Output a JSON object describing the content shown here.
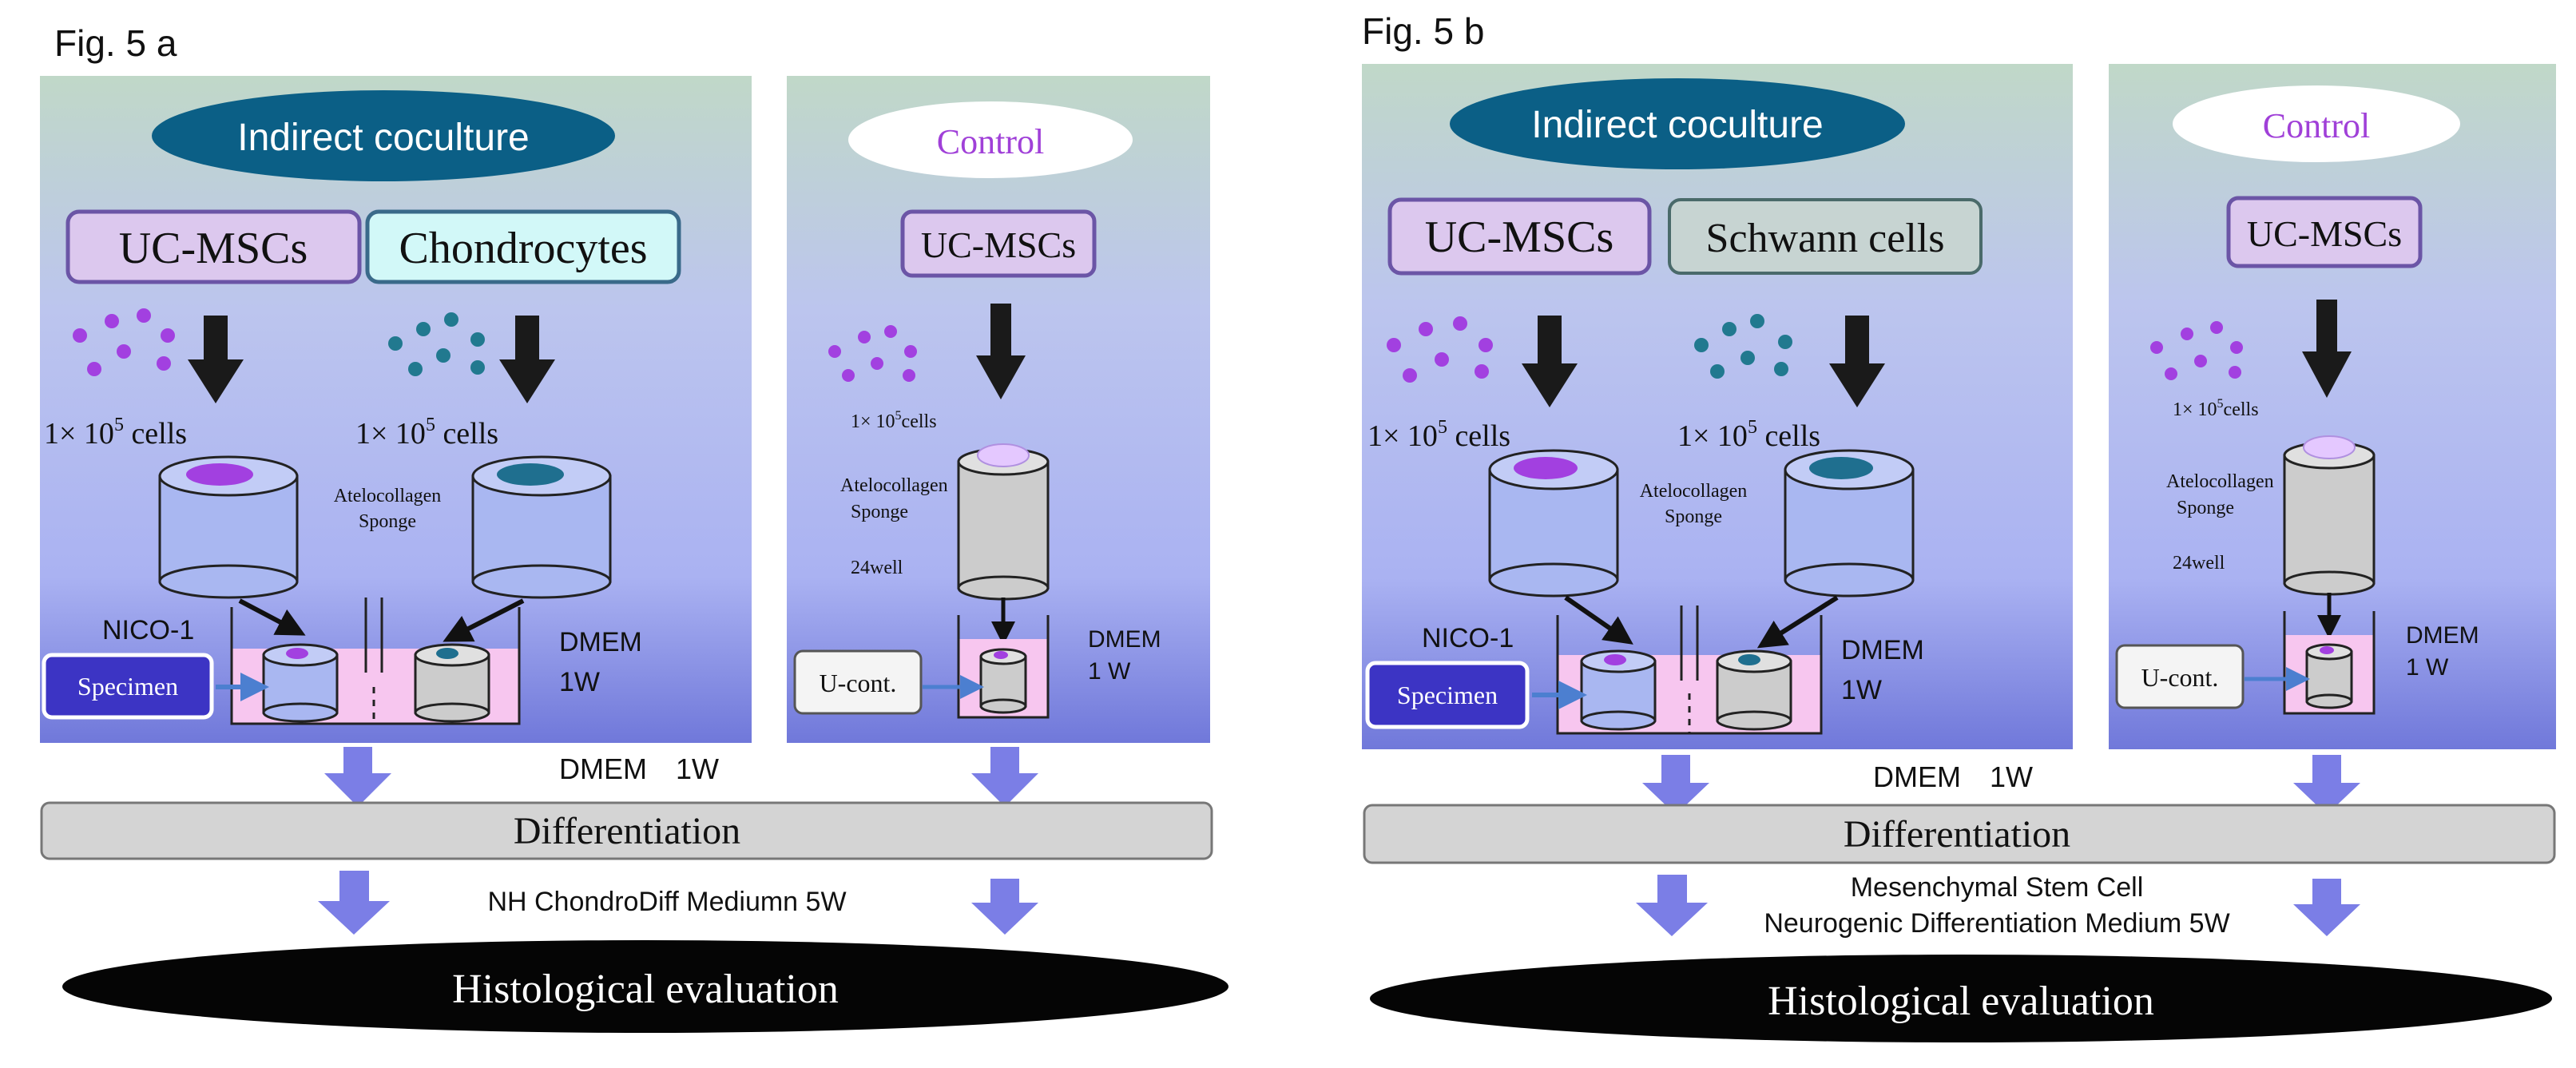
{
  "colors": {
    "panel_top": "#c0d8c8",
    "panel_bottom": "#6e74d8",
    "title_ellipse": "#0b5f86",
    "uc_fill": "#dcc8ee",
    "uc_border": "#6b55a6",
    "chondro_fill": "#d2f8f8",
    "schwann_fill": "#c7d4d2",
    "dot_purple": "#a240e0",
    "dot_teal": "#21798f",
    "sponge_fill": "#a9b7f1",
    "sponge_grey": "#cccccc",
    "well_pink": "#f7c6ef",
    "specimen_fill": "#3c34c4",
    "blue_arrow": "#7b7ee6",
    "bar_fill": "#d4d4d4",
    "eval_fill": "#050505",
    "control_text": "#a040d8"
  },
  "fig_a": {
    "label": "Fig. 5 a",
    "coculture_title": "Indirect coculture",
    "uc_label": "UC-MSCs",
    "partner_label": "Chondrocytes",
    "cells_left": "1× 10",
    "cells_left_exp": "5",
    "cells_left_unit": " cells",
    "cells_right": "1× 10",
    "cells_right_exp": "5",
    "cells_right_unit": " cells",
    "sponge_label_1": "Atelocollagen",
    "sponge_label_2": "Sponge",
    "device_label": "NICO-1",
    "specimen_label": "Specimen",
    "medium_1": "DMEM",
    "medium_2": "1W",
    "control_title": "Control",
    "control_uc_label": "UC-MSCs",
    "control_cells": "1× 10",
    "control_cells_exp": "5",
    "control_cells_unit": "cells",
    "control_sponge_1": "Atelocollagen",
    "control_sponge_2": "Sponge",
    "control_well": "24well",
    "control_box": "U-cont.",
    "control_medium_1": "DMEM",
    "control_medium_2": "1 W",
    "between_medium": "DMEM　1W",
    "differentiation": "Differentiation",
    "diff_medium_1": "NH ChondroDiff Mediumn 5W",
    "evaluation": "Histological evaluation"
  },
  "fig_b": {
    "label": "Fig. 5 b",
    "coculture_title": "Indirect coculture",
    "uc_label": "UC-MSCs",
    "partner_label": "Schwann cells",
    "cells_left": "1× 10",
    "cells_left_exp": "5",
    "cells_left_unit": " cells",
    "cells_right": "1× 10",
    "cells_right_exp": "5",
    "cells_right_unit": " cells",
    "sponge_label_1": "Atelocollagen",
    "sponge_label_2": "Sponge",
    "device_label": "NICO-1",
    "specimen_label": "Specimen",
    "medium_1": "DMEM",
    "medium_2": "1W",
    "control_title": "Control",
    "control_uc_label": "UC-MSCs",
    "control_cells": "1× 10",
    "control_cells_exp": "5",
    "control_cells_unit": "cells",
    "control_sponge_1": "Atelocollagen",
    "control_sponge_2": "Sponge",
    "control_well": "24well",
    "control_box": "U-cont.",
    "control_medium_1": "DMEM",
    "control_medium_2": "1 W",
    "between_medium": "DMEM　1W",
    "differentiation": "Differentiation",
    "diff_medium_1": "Mesenchymal Stem Cell",
    "diff_medium_2": "Neurogenic Differentiation Medium 5W",
    "evaluation": "Histological evaluation"
  }
}
